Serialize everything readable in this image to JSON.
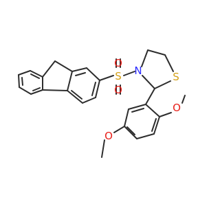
{
  "atoms": {
    "sulfonyl_s": {
      "symbol": "S",
      "color": "#d4a017"
    },
    "sulfonyl_o_top": {
      "symbol": "O",
      "color": "#e8201a"
    },
    "sulfonyl_o_bottom": {
      "symbol": "O",
      "color": "#e8201a"
    },
    "ring_n": {
      "symbol": "N",
      "color": "#2b2bff"
    },
    "ring_s": {
      "symbol": "S",
      "color": "#d4a017"
    },
    "methoxy_o_right": {
      "symbol": "O",
      "color": "#e8201a"
    },
    "methoxy_o_left": {
      "symbol": "O",
      "color": "#e8201a"
    }
  },
  "colors": {
    "bond": "#2d2d2d",
    "background": "#ffffff"
  }
}
